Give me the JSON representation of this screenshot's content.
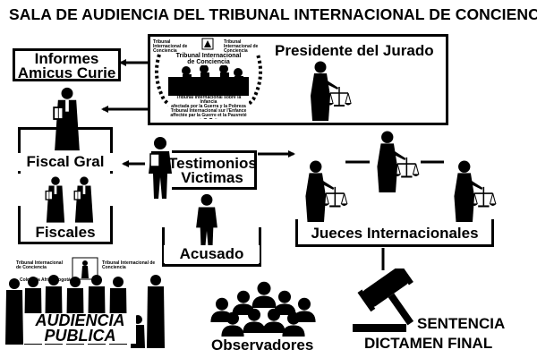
{
  "header": {
    "title": "SALA DE AUDIENCIA DEL TRIBUNAL INTERNACIONAL DE CONCIENCIA"
  },
  "nodes": {
    "amicus": {
      "line1": "Informes",
      "line2": "Amicus Curie"
    },
    "presidente": {
      "label": "Presidente del Jurado"
    },
    "fiscal_gral": {
      "label": "Fiscal Gral"
    },
    "fiscales": {
      "label": "Fiscales"
    },
    "testimonios": {
      "line1": "Testimonios",
      "line2": "Victimas"
    },
    "acusado": {
      "label": "Acusado"
    },
    "jueces": {
      "label": "Jueces Internacionales"
    },
    "audiencia": {
      "line1": "AUDIENCIA",
      "line2": "PUBLICA"
    },
    "observadores": {
      "label": "Observadores"
    },
    "sentencia": {
      "line1": "SENTENCIA",
      "line2": "DICTAMEN FINAL"
    }
  },
  "logos": {
    "bench_left": "Tribunal Internacional de Conciencia",
    "bench_right": "Tribunal Internacional de Conciencia",
    "bench_center_banner": "Tribunal Internacional de Conciencia",
    "bench_bottom_1": "Tribunal Internacional sobre la Infancia",
    "bench_bottom_2": "afectada por la Guerra y la Pobreza",
    "bench_bottom_3": "Tribunal Internacional sur l'Enfance",
    "bench_bottom_4": "affectée par la Guerre et la Pauvreté",
    "audiencia_left": "Tribunal Internacional de Conciencia",
    "audiencia_left_sub": "Colombia Africa Bogotá",
    "audiencia_right": "Tribunal Internacional de Conciencia"
  }
}
